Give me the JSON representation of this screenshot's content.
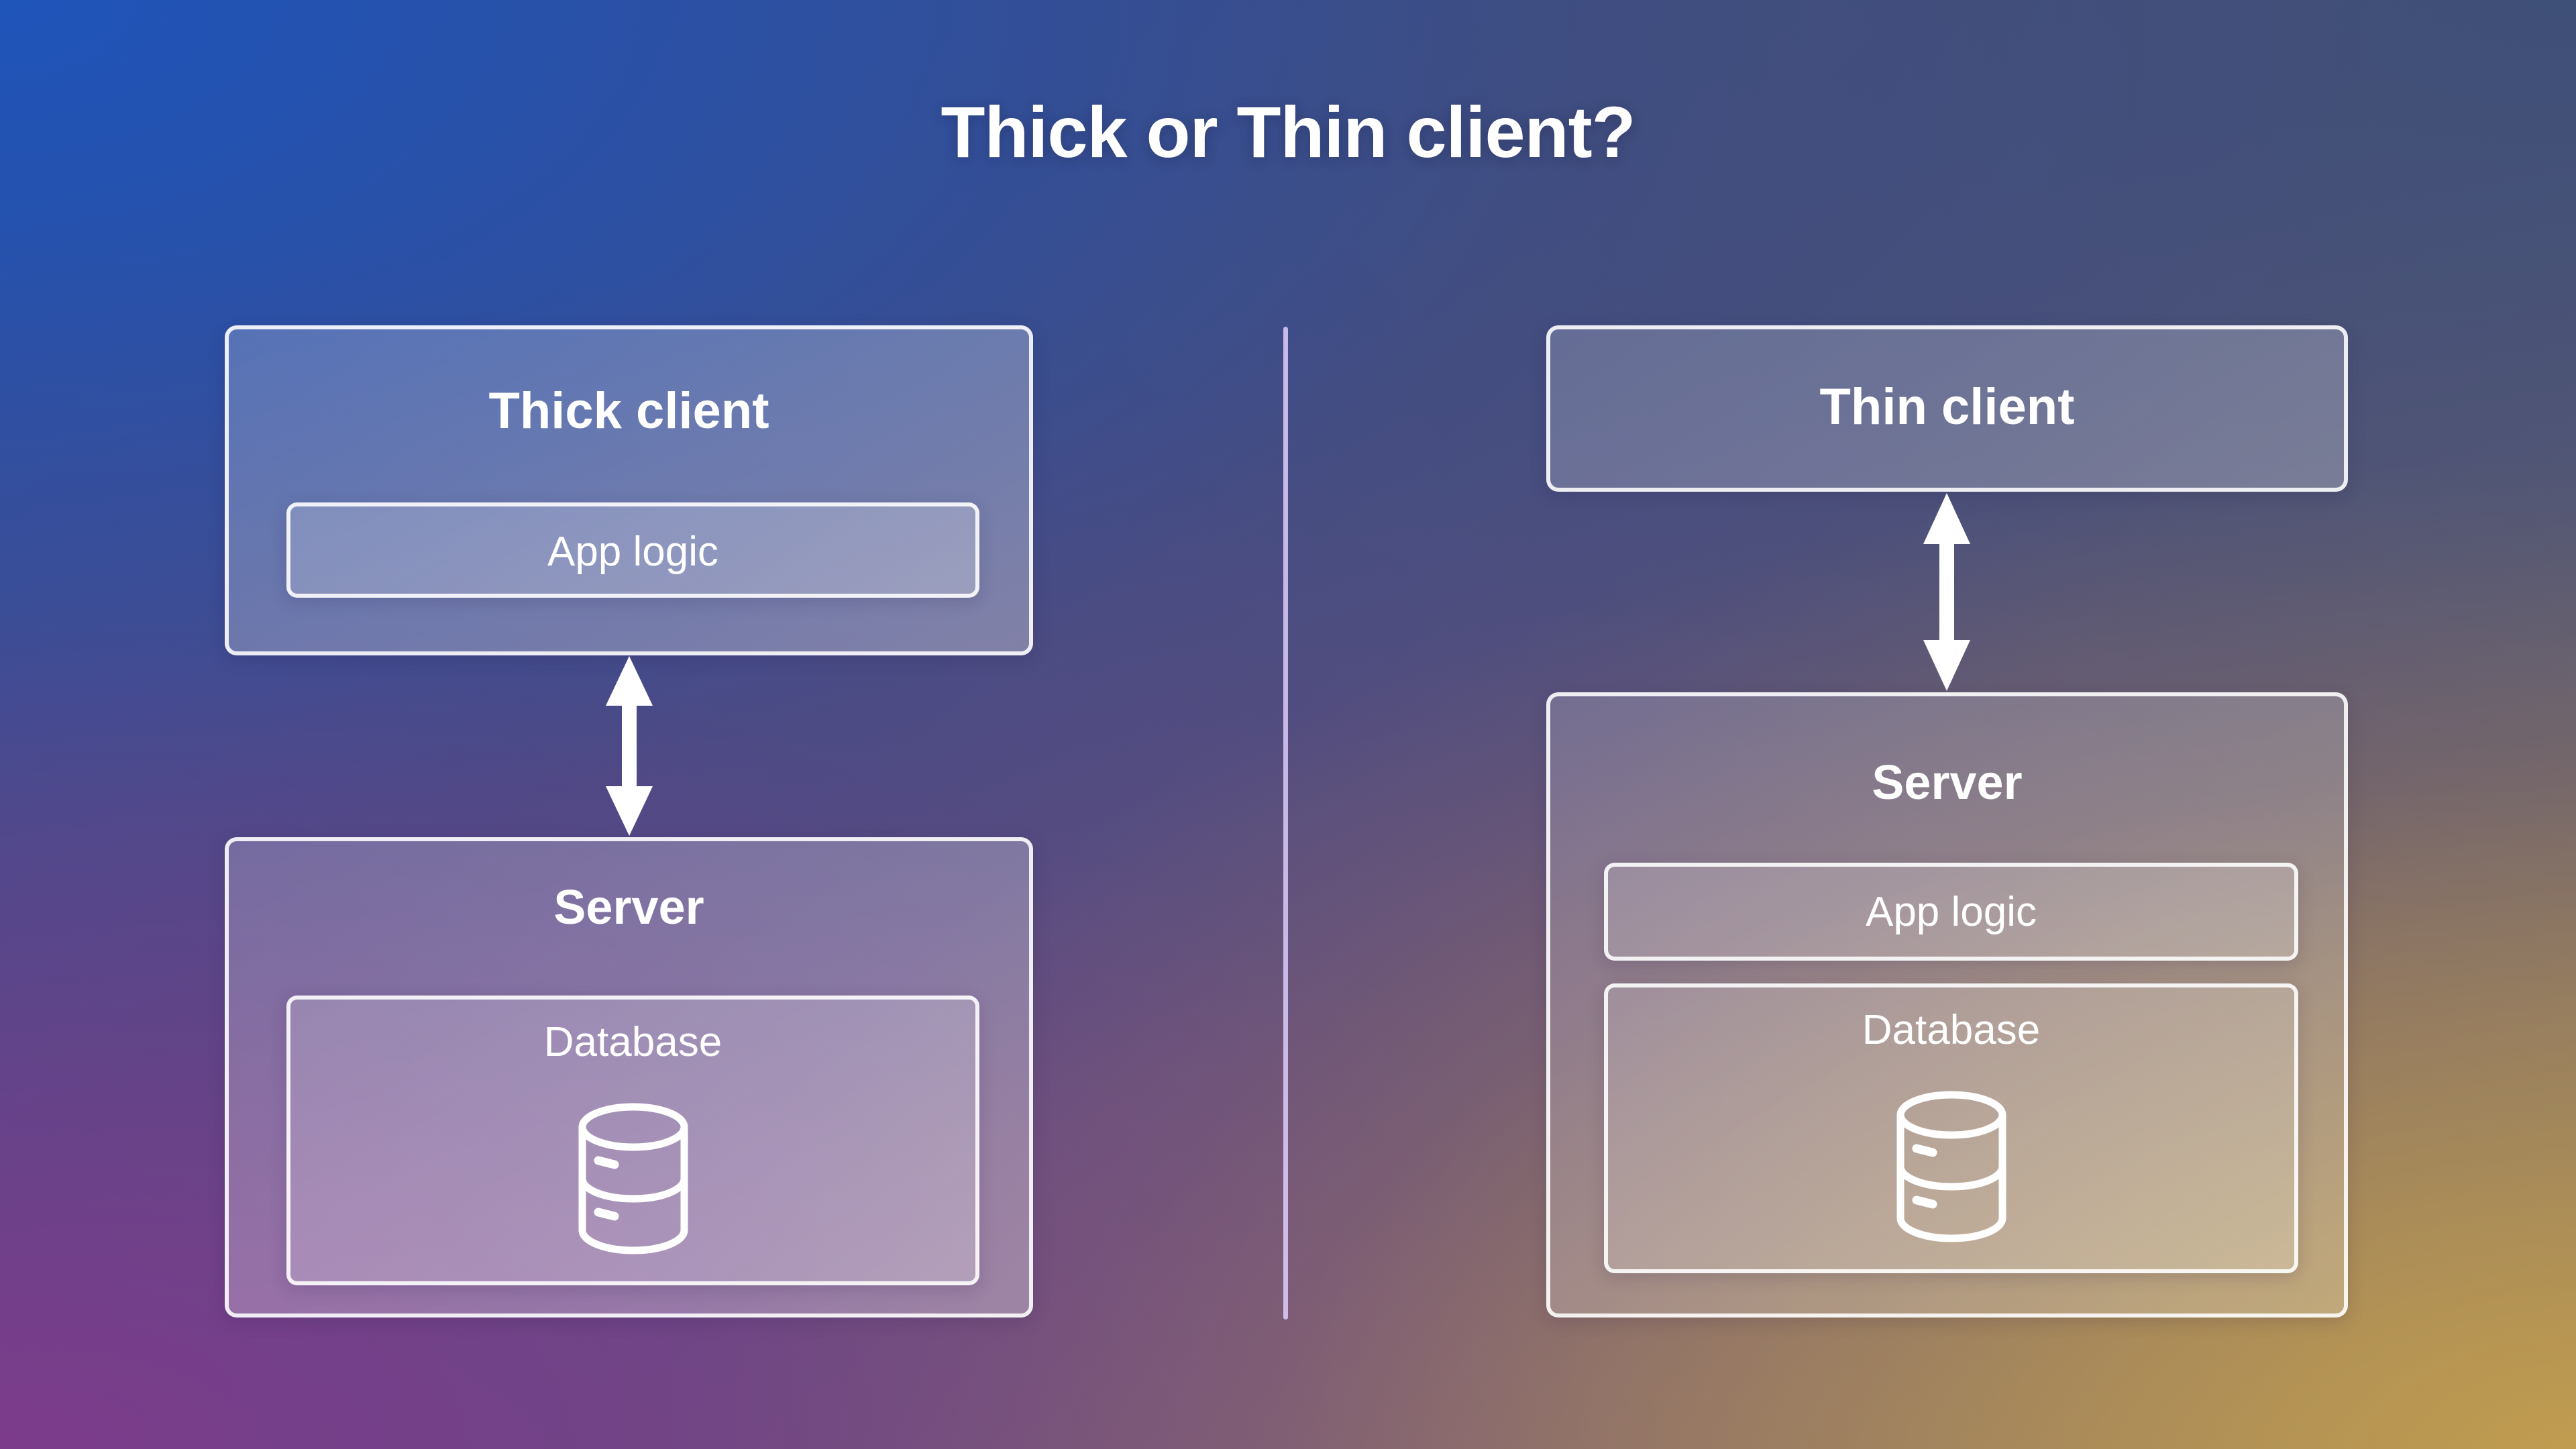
{
  "page": {
    "title": "Thick or Thin client?",
    "background_colors": {
      "top_left": "#2b53a2",
      "top_right": "#435478",
      "bottom_left": "#754287",
      "bottom_right": "#a08757"
    },
    "divider_color": "#d1c0ef",
    "text_color": "#ffffff",
    "panel_border_color": "#ffffff"
  },
  "left_column": {
    "client": {
      "label": "Thick client",
      "children": [
        {
          "label": "App logic",
          "icon": null
        }
      ]
    },
    "arrow": {
      "icon": "double-headed-vertical-arrow"
    },
    "server": {
      "label": "Server",
      "children": [
        {
          "label": "Database",
          "icon": "database-cylinder-icon"
        }
      ]
    }
  },
  "right_column": {
    "client": {
      "label": "Thin client",
      "children": []
    },
    "arrow": {
      "icon": "double-headed-vertical-arrow"
    },
    "server": {
      "label": "Server",
      "children": [
        {
          "label": "App logic",
          "icon": null
        },
        {
          "label": "Database",
          "icon": "database-cylinder-icon"
        }
      ]
    }
  }
}
